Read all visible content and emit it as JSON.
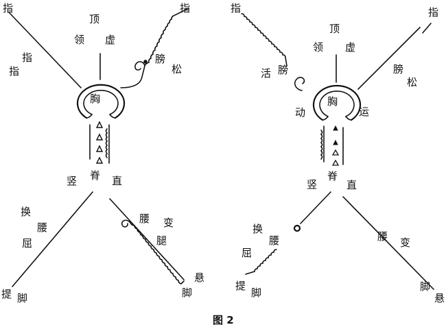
{
  "figure": {
    "caption": "图 2",
    "ink_color": "#111111",
    "background": "#ffffff"
  },
  "left_figure": {
    "labels": {
      "finger_top_left": "指",
      "finger_top_right": "指",
      "finger_inner": "指",
      "finger_inner_lower": "指",
      "ding": "顶",
      "ling": "领",
      "xu": "虚",
      "bang": "膀",
      "song": "松",
      "chest": "胸",
      "shu": "竖",
      "ji": "脊",
      "zhi": "直",
      "huan": "换",
      "yao_left": "腰",
      "qu": "屈",
      "ti": "提",
      "jiao_left": "脚",
      "yao_right": "腰",
      "bian": "变",
      "tui": "腿",
      "xuan": "悬",
      "jiao_right": "脚"
    }
  },
  "right_figure": {
    "labels": {
      "finger_top_left": "指",
      "finger_top_right": "指",
      "ding": "顶",
      "ling": "领",
      "xu": "虚",
      "huo": "活",
      "bang_left": "膀",
      "bang_right": "膀",
      "song": "松",
      "dong": "动",
      "chest": "胸",
      "yun": "运",
      "shu": "竖",
      "ji": "脊",
      "zhi": "直",
      "huan": "换",
      "yao_left": "腰",
      "qu": "屈",
      "ti": "提",
      "jiao_left": "脚",
      "yao_right": "腰",
      "bian": "变",
      "jiao_right": "脚",
      "xuan": "悬"
    }
  }
}
